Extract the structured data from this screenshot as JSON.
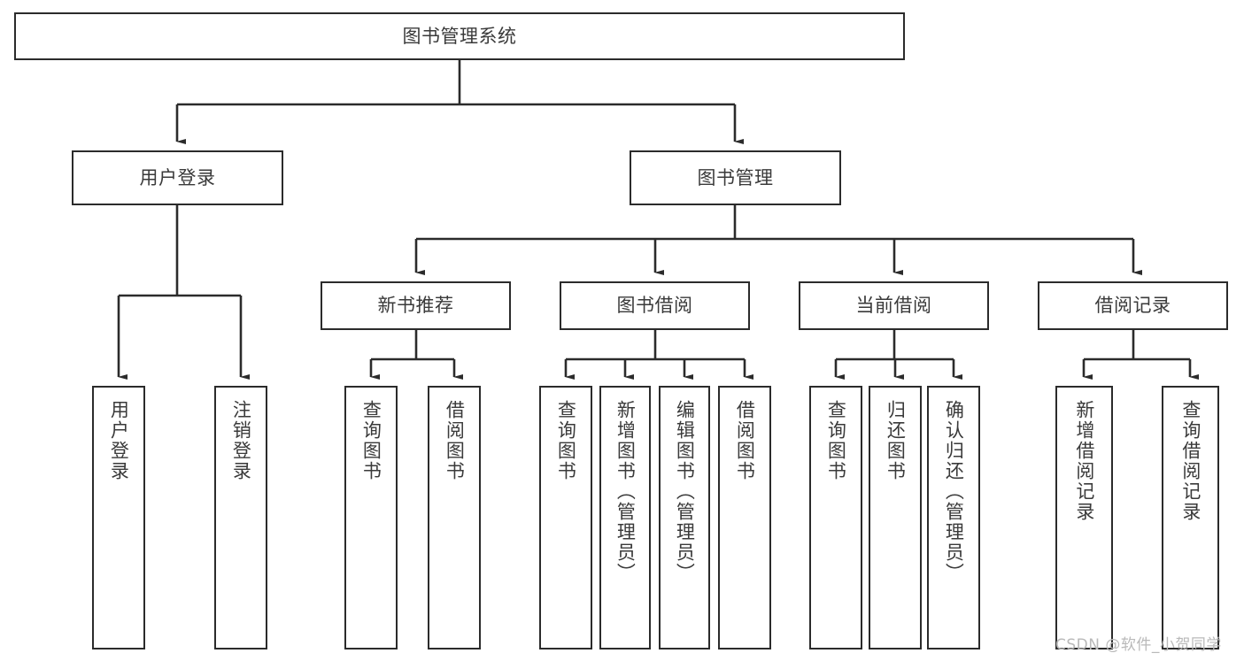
{
  "diagram": {
    "title_node": {
      "label": "图书管理系统"
    },
    "level2": [
      {
        "id": "user-login",
        "label": "用户登录"
      },
      {
        "id": "book-manage",
        "label": "图书管理"
      }
    ],
    "level3": [
      {
        "id": "new-book-recommend",
        "label": "新书推荐"
      },
      {
        "id": "book-borrow",
        "label": "图书借阅"
      },
      {
        "id": "current-borrow",
        "label": "当前借阅"
      },
      {
        "id": "borrow-record",
        "label": "借阅记录"
      }
    ],
    "leaves": {
      "user_login": [
        {
          "id": "leaf-user-login",
          "label": "用户登录"
        },
        {
          "id": "leaf-logout-login",
          "label": "注销登录"
        }
      ],
      "new_book_recommend": [
        {
          "id": "leaf-query-book-1",
          "label": "查询图书"
        },
        {
          "id": "leaf-borrow-book-1",
          "label": "借阅图书"
        }
      ],
      "book_borrow": [
        {
          "id": "leaf-query-book-2",
          "label": "查询图书"
        },
        {
          "id": "leaf-add-book",
          "label": "新增图书（管理员）"
        },
        {
          "id": "leaf-edit-book",
          "label": "编辑图书（管理员）"
        },
        {
          "id": "leaf-borrow-book-2",
          "label": "借阅图书"
        }
      ],
      "current_borrow": [
        {
          "id": "leaf-query-book-3",
          "label": "查询图书"
        },
        {
          "id": "leaf-return-book",
          "label": "归还图书"
        },
        {
          "id": "leaf-confirm-return",
          "label": "确认归还（管理员）"
        }
      ],
      "borrow_record": [
        {
          "id": "leaf-add-record",
          "label": "新增借阅记录"
        },
        {
          "id": "leaf-query-record",
          "label": "查询借阅记录"
        }
      ]
    },
    "watermark": "CSDN @软件_小贺同学",
    "colors": {
      "box_border": "#2b2b2b",
      "box_fill": "#ffffff",
      "text": "#3a3a3a",
      "edge": "#2b2b2b",
      "watermark": "#b9b9b9",
      "background": "#ffffff"
    }
  }
}
